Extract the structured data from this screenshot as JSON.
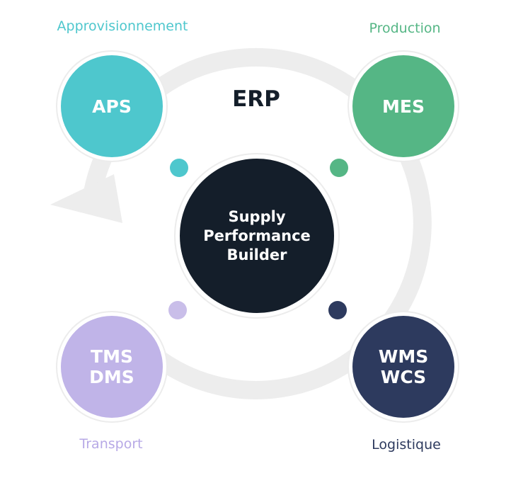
{
  "erp_label": "ERP",
  "center": {
    "lines": [
      "Supply",
      "Performance",
      "Builder"
    ],
    "color": "#141e2a"
  },
  "nodes": {
    "aps": {
      "lines": [
        "APS"
      ],
      "caption": "Approvisionnement",
      "color": "#4ec7cd",
      "caption_color": "#4ec7cd"
    },
    "mes": {
      "lines": [
        "MES"
      ],
      "caption": "Production",
      "color": "#55b685",
      "caption_color": "#55b685"
    },
    "tms": {
      "lines": [
        "TMS",
        "DMS"
      ],
      "caption": "Transport",
      "color": "#c0b4e8",
      "caption_color": "#b7a9e6"
    },
    "wms": {
      "lines": [
        "WMS",
        "WCS"
      ],
      "caption": "Logistique",
      "color": "#2d3a5e",
      "caption_color": "#2d3a5e"
    }
  },
  "colors": {
    "ring": "#ededed"
  }
}
